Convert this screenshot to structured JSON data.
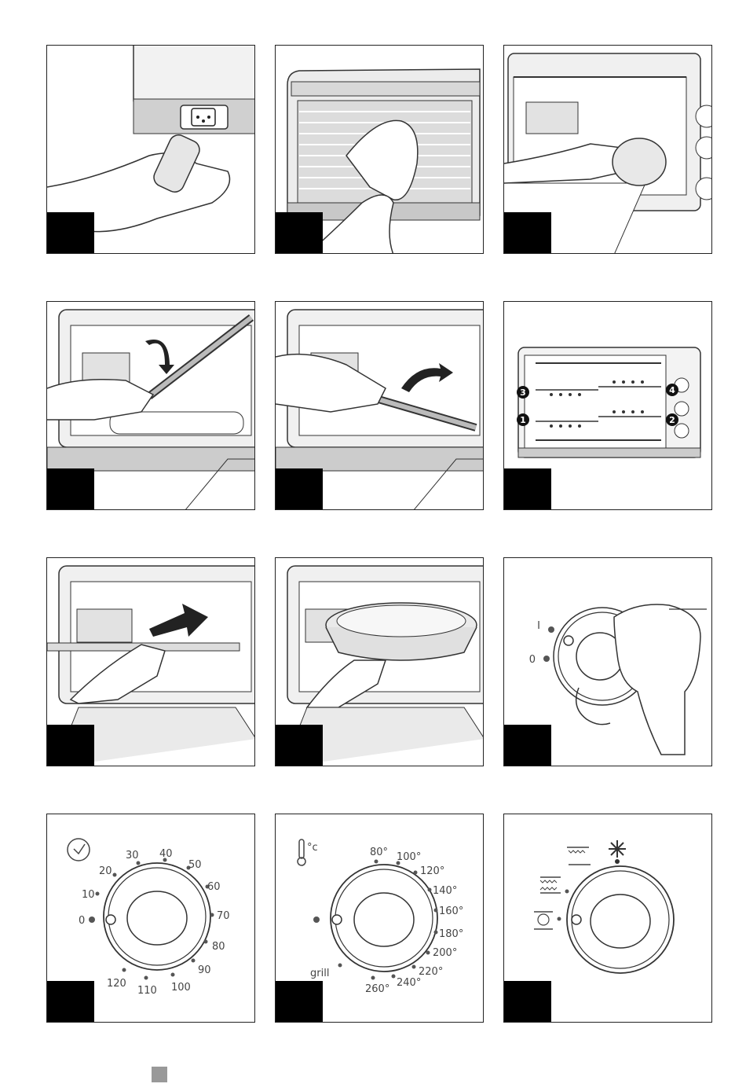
{
  "panels": {
    "rack_positions": [
      "3",
      "1",
      "4",
      "2"
    ],
    "onoff_dial": {
      "on": "I",
      "off": "0"
    },
    "timer_dial": {
      "icon": "clock-icon",
      "marks": [
        "0",
        "10",
        "20",
        "30",
        "40",
        "50",
        "60",
        "70",
        "80",
        "90",
        "100",
        "110",
        "120"
      ]
    },
    "temp_dial": {
      "icon": "thermometer-icon",
      "unit": "°c",
      "marks": [
        "80°",
        "100°",
        "120°",
        "140°",
        "160°",
        "180°",
        "200°",
        "220°",
        "240°",
        "260°",
        "grill"
      ]
    },
    "function_dial": {
      "icons": [
        "top-heat-icon",
        "defrost-icon",
        "top-bottom-heat-icon",
        "convection-icon"
      ]
    }
  }
}
